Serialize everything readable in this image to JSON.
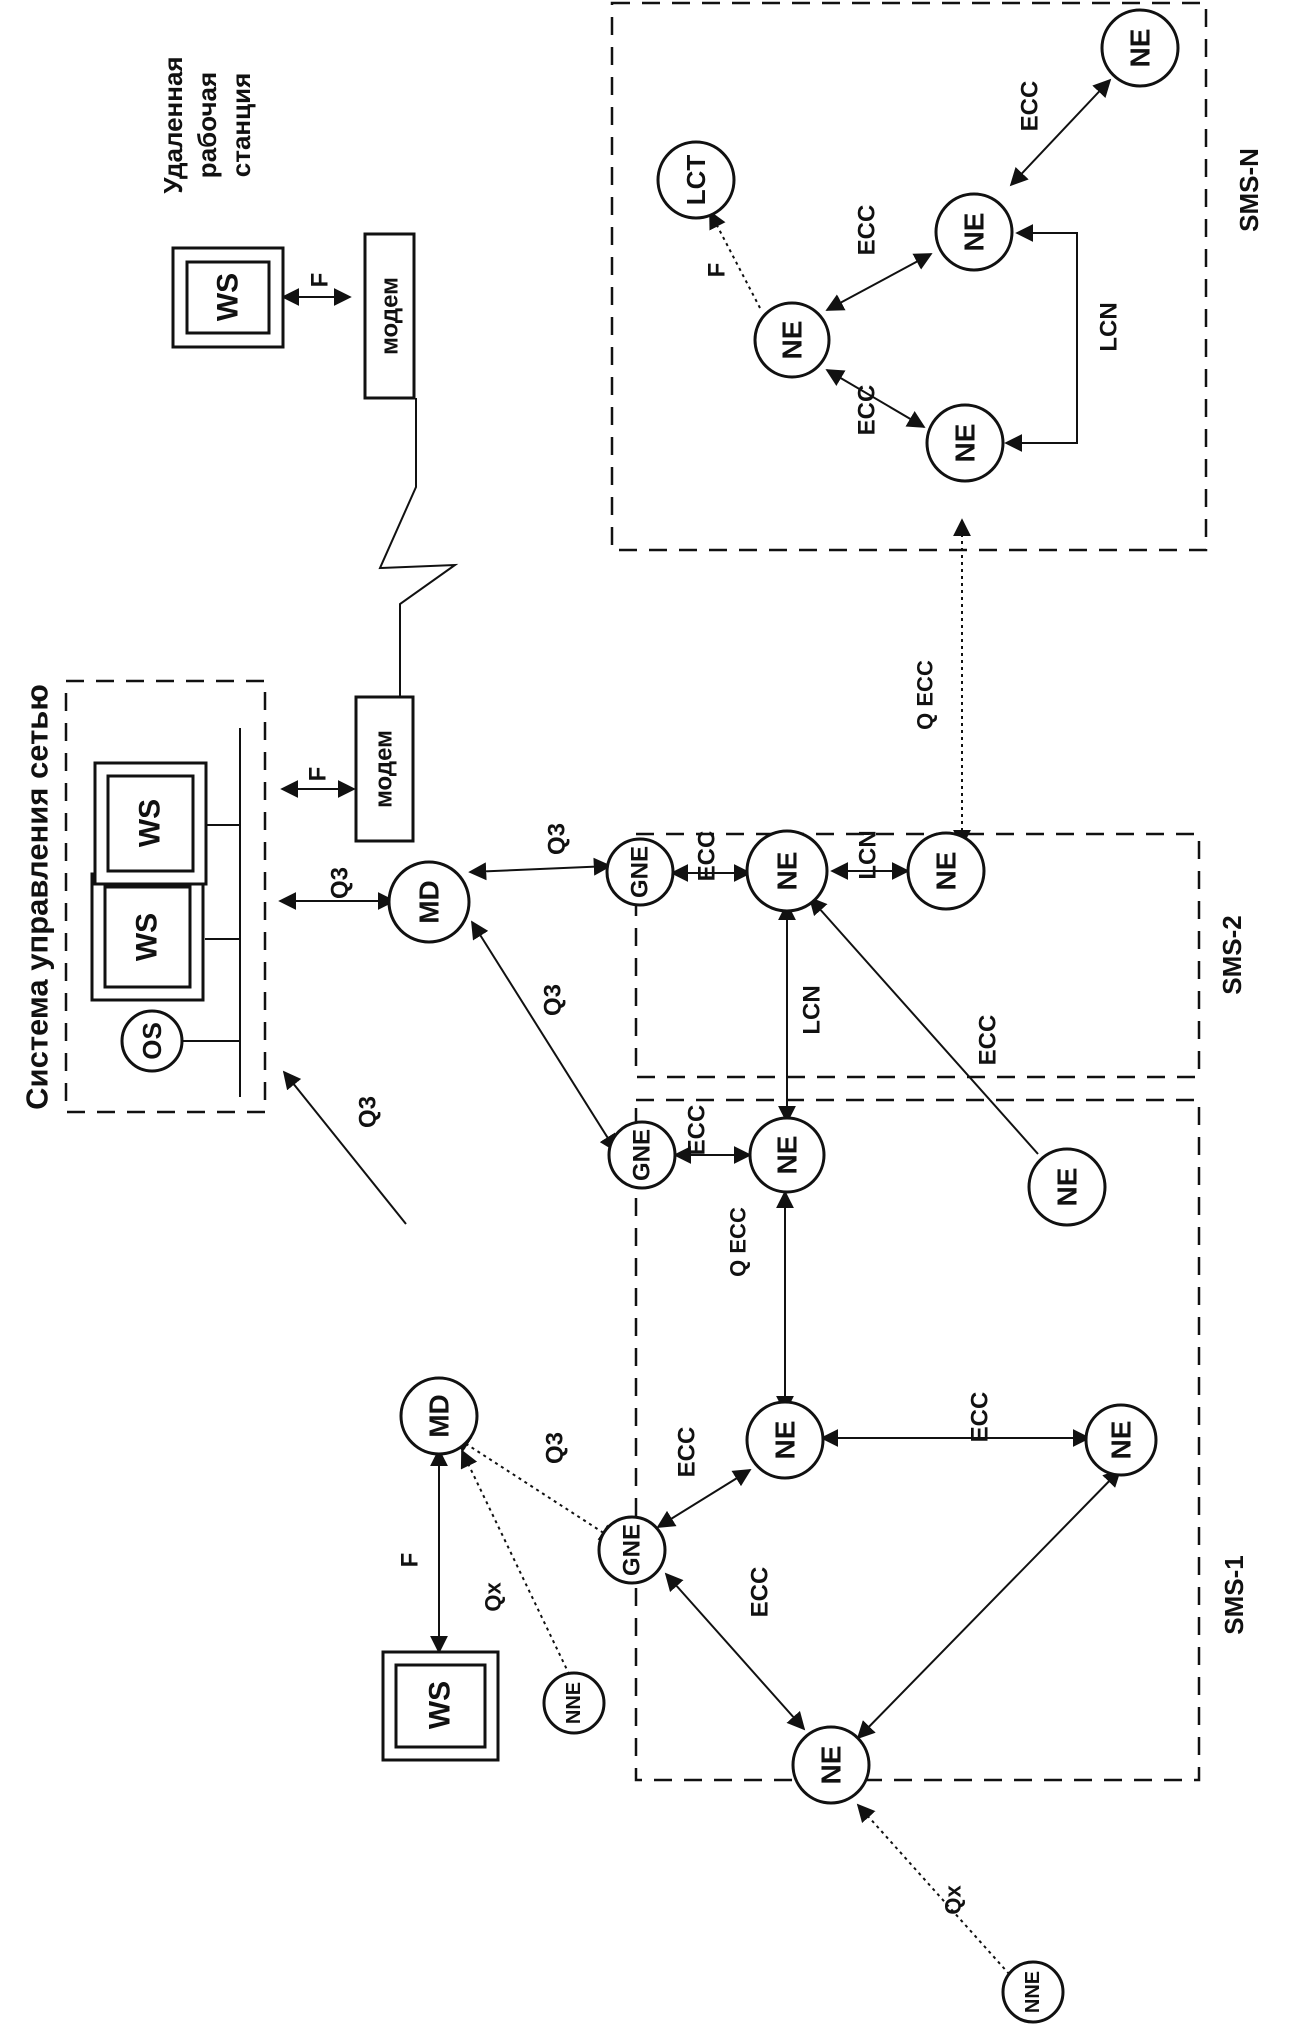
{
  "labels": {
    "system_title": "Система управления сетью",
    "remote_title_1": "Удаленная",
    "remote_title_2": "рабочая",
    "remote_title_3": "станция",
    "modem": "модем",
    "ws": "WS",
    "os": "OS",
    "md": "MD",
    "gne": "GNE",
    "ne": "NE",
    "nne": "NNE",
    "lct": "LCT",
    "f": "F",
    "q3": "Q3",
    "qx": "Qx",
    "qecc": "Q ECC",
    "ecc": "ECC",
    "lcn": "LCN",
    "sms1": "SMS-1",
    "sms2": "SMS-2",
    "smsn": "SMS-N"
  }
}
